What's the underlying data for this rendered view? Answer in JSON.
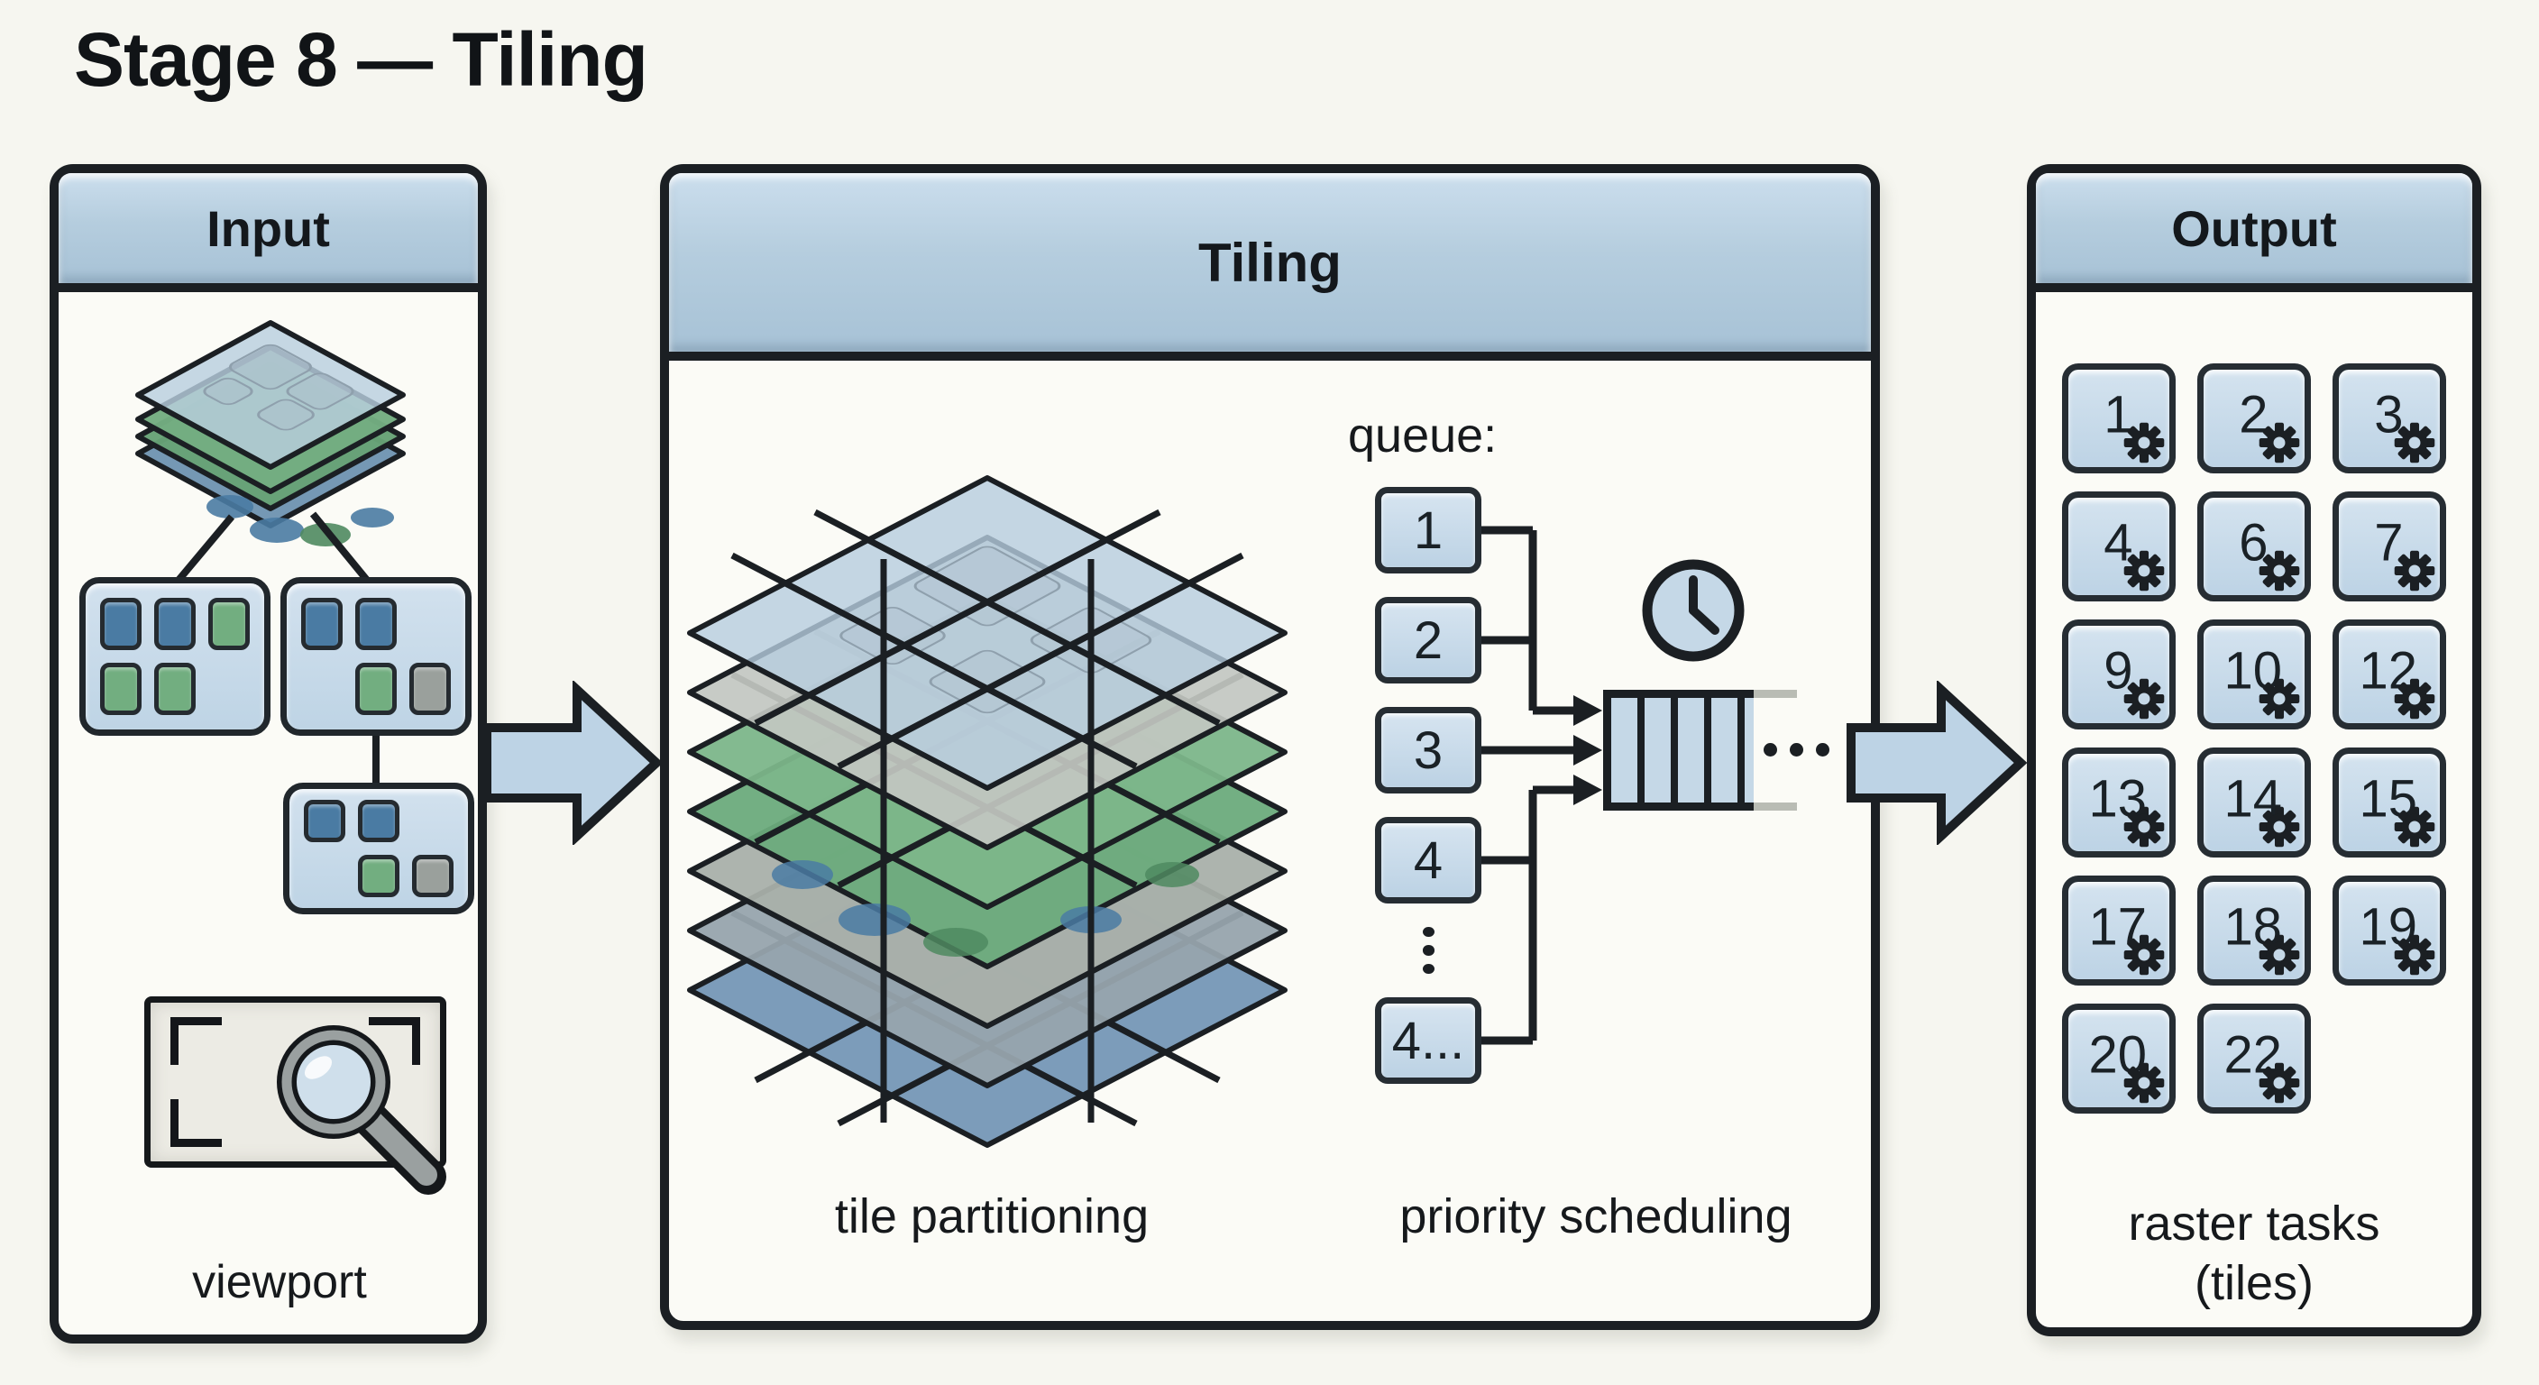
{
  "title": "Stage 8 — Tiling",
  "panels": {
    "input": {
      "header": "Input",
      "viewport_label": "viewport"
    },
    "tiling": {
      "header": "Tiling",
      "queue_label": "queue:",
      "partition_label": "tile partitioning",
      "scheduling_label": "priority scheduling"
    },
    "output": {
      "header": "Output",
      "caption_line1": "raster tasks",
      "caption_line2": "(tiles)"
    }
  },
  "queue": {
    "items": [
      "1",
      "2",
      "3",
      "4"
    ],
    "last_item": "4..."
  },
  "output_tiles": [
    "1",
    "2",
    "3",
    "4",
    "6",
    "7",
    "9",
    "10",
    "12",
    "13",
    "14",
    "15",
    "17",
    "18",
    "19",
    "20",
    "22"
  ],
  "input_grids": {
    "box_a": [
      [
        "steel",
        "steel",
        "green"
      ],
      [
        "green",
        "green",
        null
      ]
    ],
    "box_b": [
      [
        "steel",
        "steel",
        null
      ],
      [
        null,
        "green",
        "gray"
      ]
    ],
    "box_c": [
      [
        "steel",
        "steel",
        null
      ],
      [
        null,
        "green",
        "gray"
      ]
    ]
  },
  "stacks": {
    "input_layers": [
      "#b8cede",
      "#74ad81",
      "#67a276",
      "#7195b2"
    ],
    "tiling_layers": [
      "#b7cddf",
      "#c2c7c1",
      "#7cb68a",
      "#6cab7c",
      "#a9b0aa",
      "#97a4ad",
      "#7899b8"
    ]
  },
  "colors": {
    "ink": "#1b1f23",
    "paper": "#f6f6f0",
    "panel_bg": "#fbfbf6",
    "header_blue": "#b5cdde",
    "tile_blue": "#c5d8e7",
    "arrow_blue": "#bdd3e5",
    "steel": "#4a7ba3",
    "green": "#72ae80",
    "gray": "#9aa09c"
  }
}
